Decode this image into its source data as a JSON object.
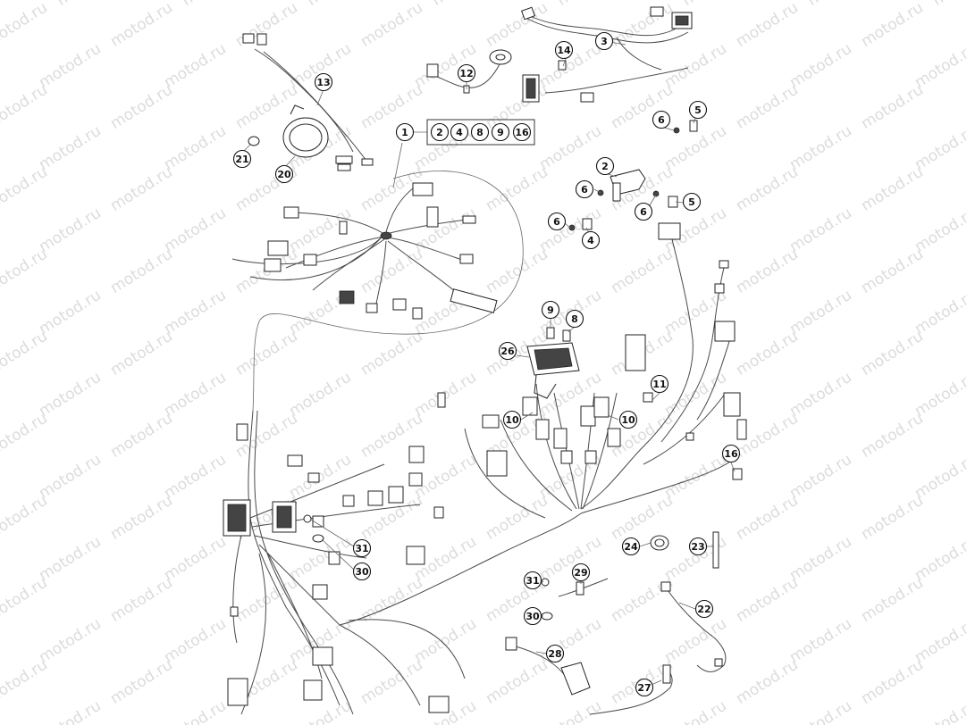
{
  "watermark": {
    "text": "motod.ru"
  },
  "callouts": [
    {
      "id": "c1",
      "label": "1"
    },
    {
      "id": "c1-2",
      "label": "2"
    },
    {
      "id": "c1-4",
      "label": "4"
    },
    {
      "id": "c1-8",
      "label": "8"
    },
    {
      "id": "c1-9",
      "label": "9"
    },
    {
      "id": "c1-16",
      "label": "16"
    },
    {
      "id": "c2",
      "label": "2"
    },
    {
      "id": "c3",
      "label": "3"
    },
    {
      "id": "c4",
      "label": "4"
    },
    {
      "id": "c5a",
      "label": "5"
    },
    {
      "id": "c5b",
      "label": "5"
    },
    {
      "id": "c6a",
      "label": "6"
    },
    {
      "id": "c6b",
      "label": "6"
    },
    {
      "id": "c6c",
      "label": "6"
    },
    {
      "id": "c6d",
      "label": "6"
    },
    {
      "id": "c8",
      "label": "8"
    },
    {
      "id": "c9",
      "label": "9"
    },
    {
      "id": "c10a",
      "label": "10"
    },
    {
      "id": "c10b",
      "label": "10"
    },
    {
      "id": "c11",
      "label": "11"
    },
    {
      "id": "c12",
      "label": "12"
    },
    {
      "id": "c13",
      "label": "13"
    },
    {
      "id": "c14",
      "label": "14"
    },
    {
      "id": "c16",
      "label": "16"
    },
    {
      "id": "c20",
      "label": "20"
    },
    {
      "id": "c21",
      "label": "21"
    },
    {
      "id": "c22",
      "label": "22"
    },
    {
      "id": "c23",
      "label": "23"
    },
    {
      "id": "c24",
      "label": "24"
    },
    {
      "id": "c26",
      "label": "26"
    },
    {
      "id": "c27",
      "label": "27"
    },
    {
      "id": "c28",
      "label": "28"
    },
    {
      "id": "c29",
      "label": "29"
    },
    {
      "id": "c30a",
      "label": "30"
    },
    {
      "id": "c30b",
      "label": "30"
    },
    {
      "id": "c31a",
      "label": "31"
    },
    {
      "id": "c31b",
      "label": "31"
    }
  ]
}
